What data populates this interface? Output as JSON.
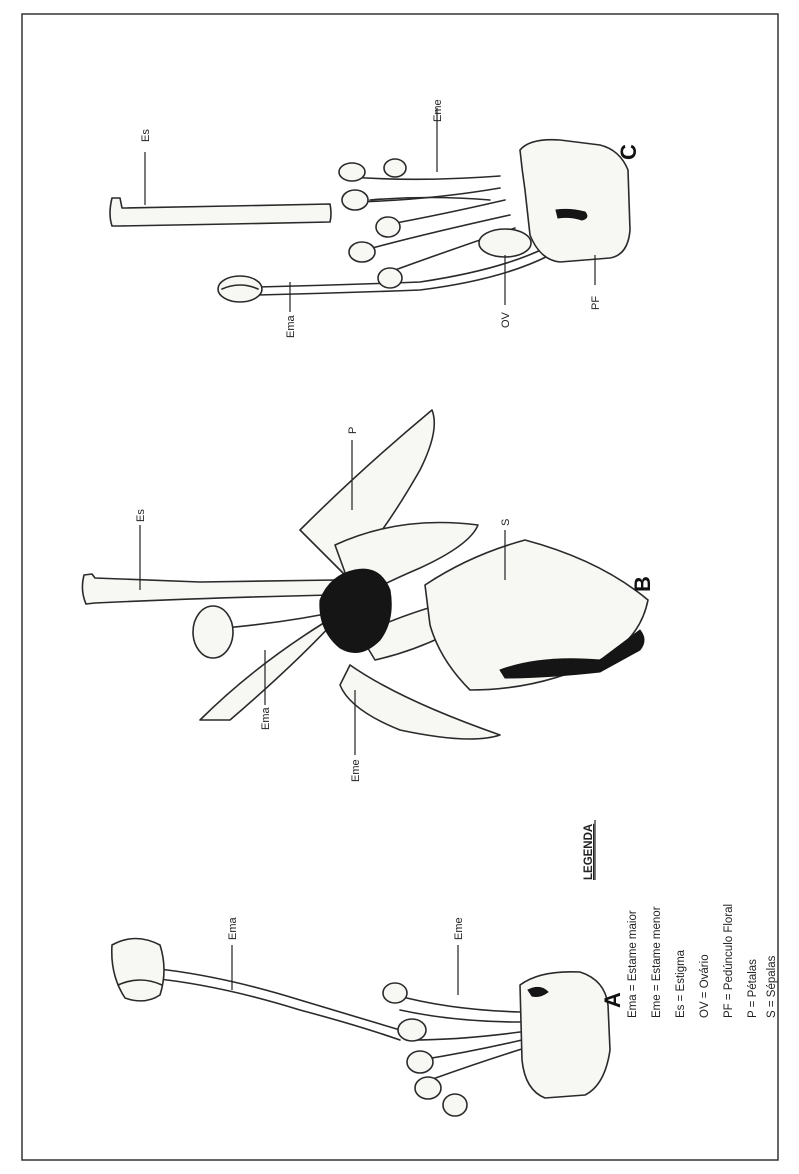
{
  "figure": {
    "panels": {
      "a": "A",
      "b": "B",
      "c": "C"
    },
    "labels": {
      "a_ema": "Ema",
      "a_eme": "Eme",
      "b_es": "Es",
      "b_p": "P",
      "b_s": "S",
      "b_ema": "Ema",
      "b_eme": "Eme",
      "c_es": "Es",
      "c_eme": "Eme",
      "c_ema": "Ema",
      "c_ov": "OV",
      "c_pf": "PF"
    },
    "legend": {
      "title": "LEGENDA",
      "entries": [
        "Ema = Estame maior",
        "Eme = Estame menor",
        "Es   = Estigma",
        "OV  = Ovário",
        "PF   = Pedúnculo Floral",
        "P     = Pétalas",
        "S     = Sépalas"
      ]
    }
  }
}
